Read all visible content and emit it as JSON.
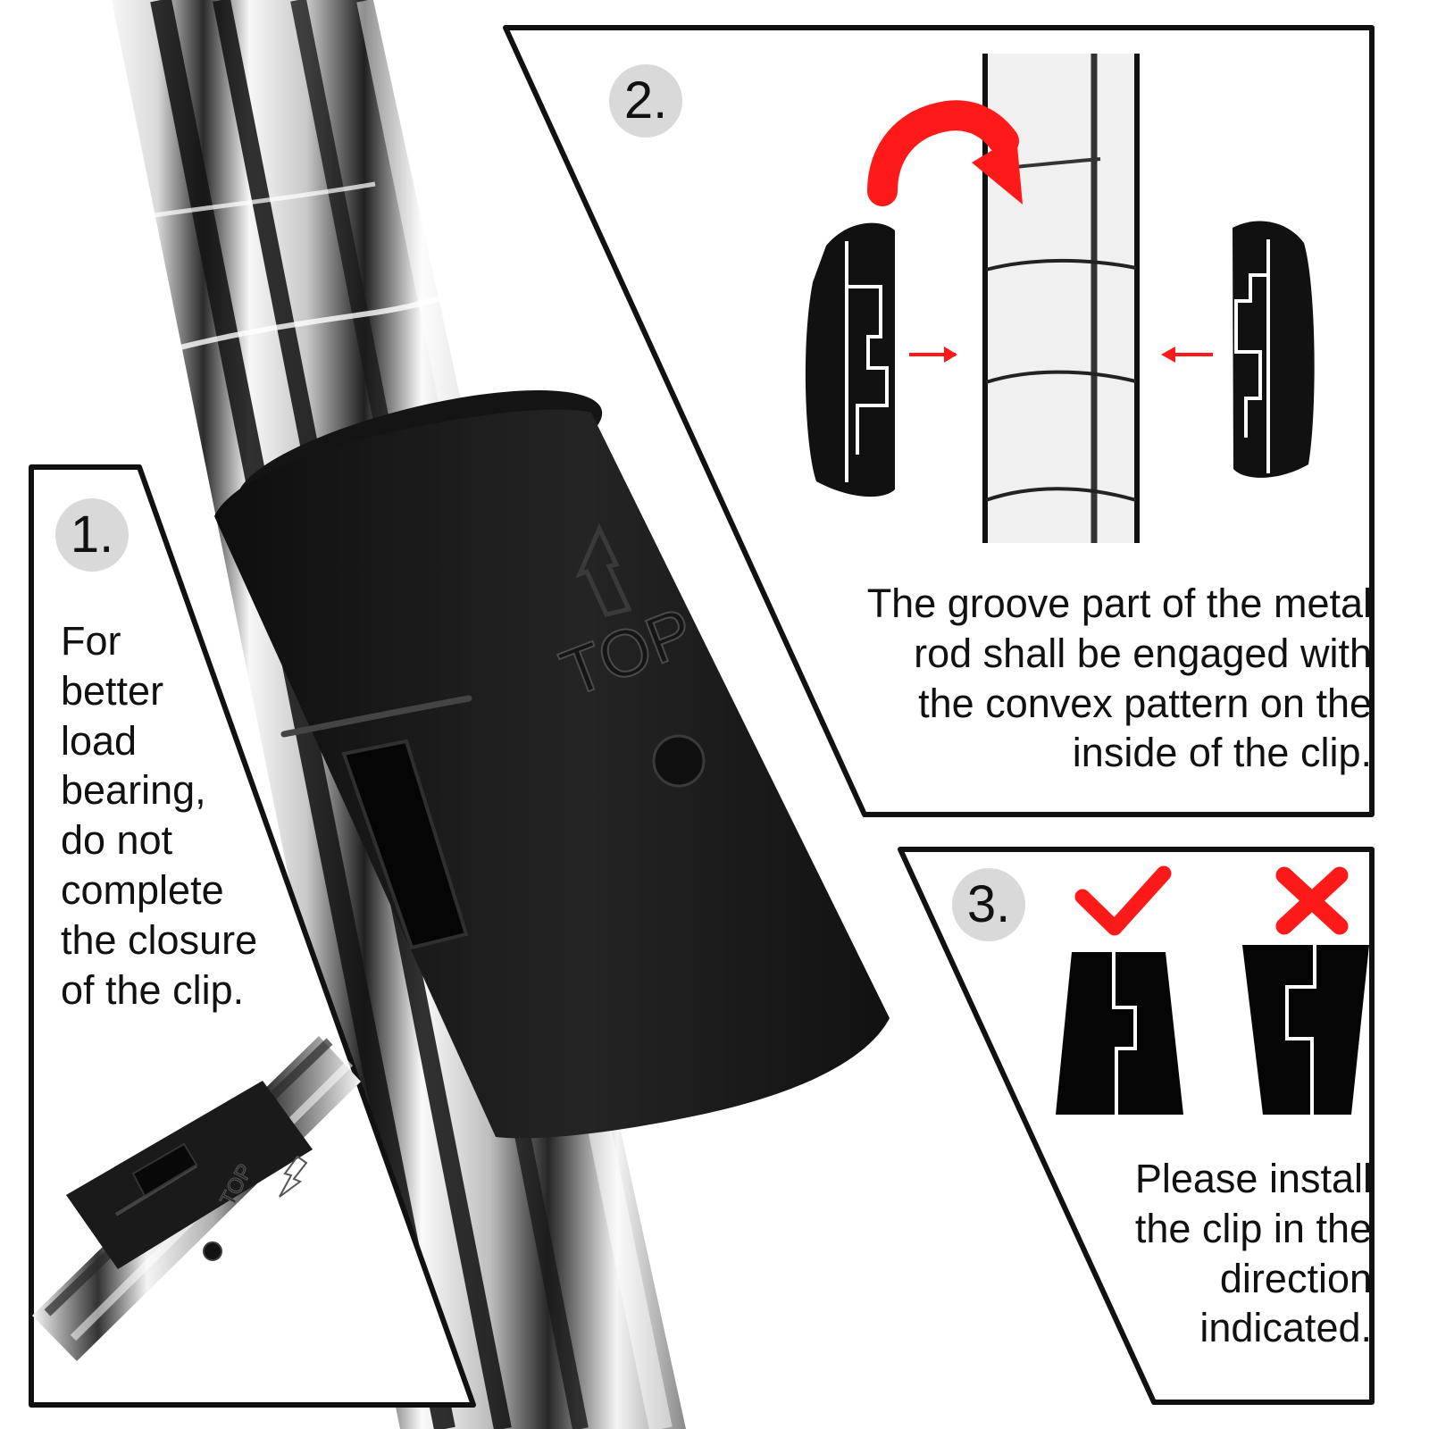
{
  "steps": {
    "one": {
      "number": "1.",
      "lines": [
        "For",
        "better",
        "load",
        "bearing,",
        "do not",
        "complete",
        "the closure",
        "of the clip."
      ]
    },
    "two": {
      "number": "2.",
      "lines": [
        "The groove part of the metal",
        "rod shall be engaged with",
        "the convex pattern on the",
        "inside of the clip."
      ]
    },
    "three": {
      "number": "3.",
      "lines": [
        "Please install",
        "the clip in the",
        "direction",
        "indicated."
      ]
    }
  },
  "clip_marking": {
    "top_text": "TOP"
  },
  "colors": {
    "background": "#ffffff",
    "panel_border": "#111111",
    "clip_black": "#141414",
    "chrome_light": "#f3f3f3",
    "chrome_dark": "#2b2b2b",
    "badge_gray": "#d9d9d9",
    "accent_red": "#ff1a1a"
  },
  "icons": {
    "check": "checkmark-icon",
    "wrong": "x-icon",
    "arrow": "red-arrow-icon",
    "top_arrow": "up-arrow-icon"
  }
}
